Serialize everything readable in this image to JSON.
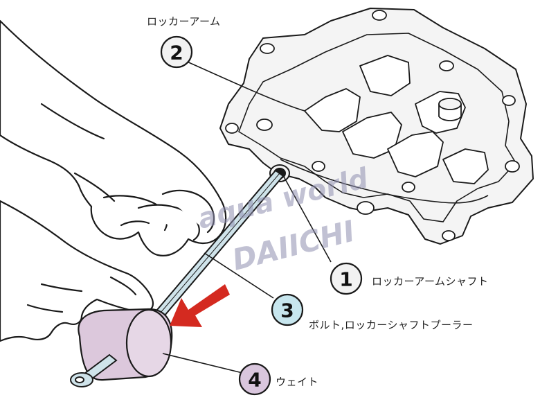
{
  "labels": {
    "rocker_arm": "ロッカーアーム",
    "rocker_arm_shaft": "ロッカーアームシャフト",
    "bolt_puller": "ボルト,ロッカーシャフトプーラー",
    "weight": "ウェイト"
  },
  "callouts": [
    {
      "number": "1",
      "color": "#f2f2f2"
    },
    {
      "number": "2",
      "color": "#f2f2f2"
    },
    {
      "number": "3",
      "color": "#c7e6ee"
    },
    {
      "number": "4",
      "color": "#d9c6dd"
    }
  ],
  "watermark": {
    "line1": "aqua world",
    "line2": "DAIICHI"
  },
  "colors": {
    "arrow": "#d42a20",
    "outline": "#1a1a1a",
    "head": "#f4f4f4",
    "weight_fill": "#dcc8dc",
    "shaft_fill": "#cfe3ea"
  }
}
